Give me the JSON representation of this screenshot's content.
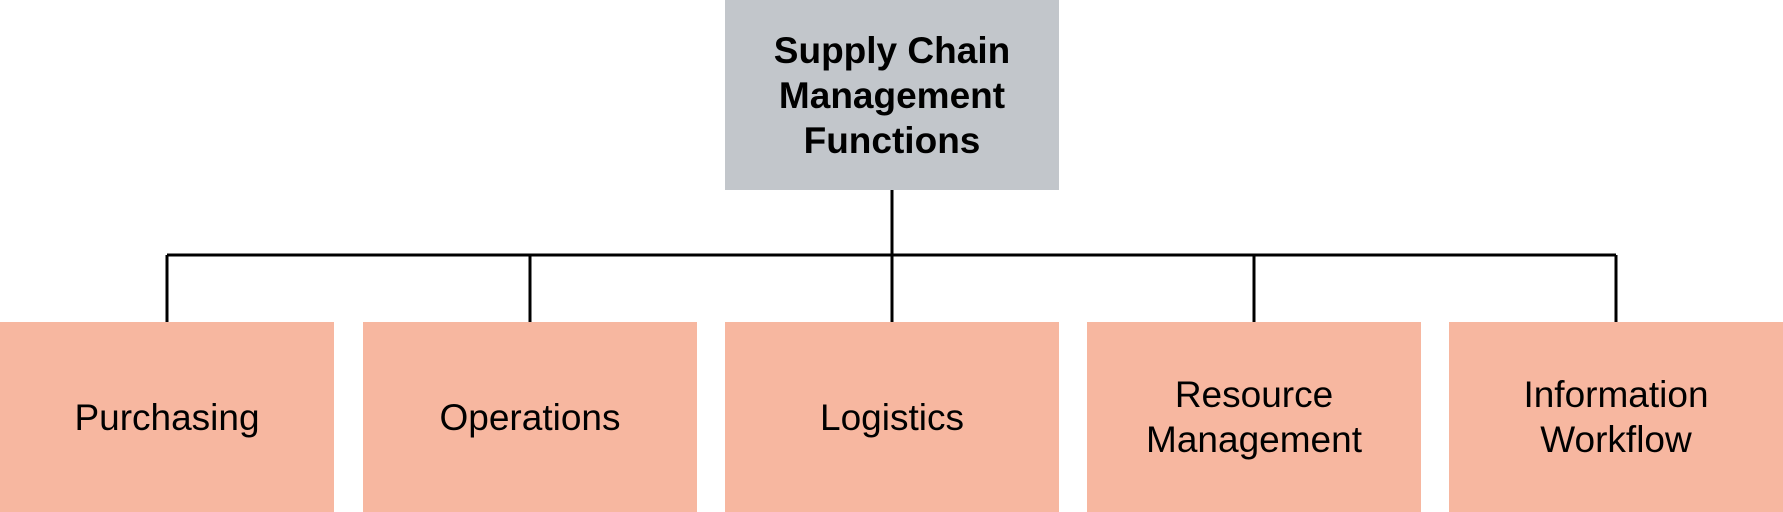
{
  "root": {
    "label": "Supply Chain Management Functions"
  },
  "children": [
    {
      "label": "Purchasing"
    },
    {
      "label": "Operations"
    },
    {
      "label": "Logistics"
    },
    {
      "label": "Resource Management"
    },
    {
      "label": "Information Workflow"
    }
  ],
  "colors": {
    "root_fill": "#c2c6cb",
    "child_fill": "#f7b7a0",
    "connector": "#000000"
  }
}
